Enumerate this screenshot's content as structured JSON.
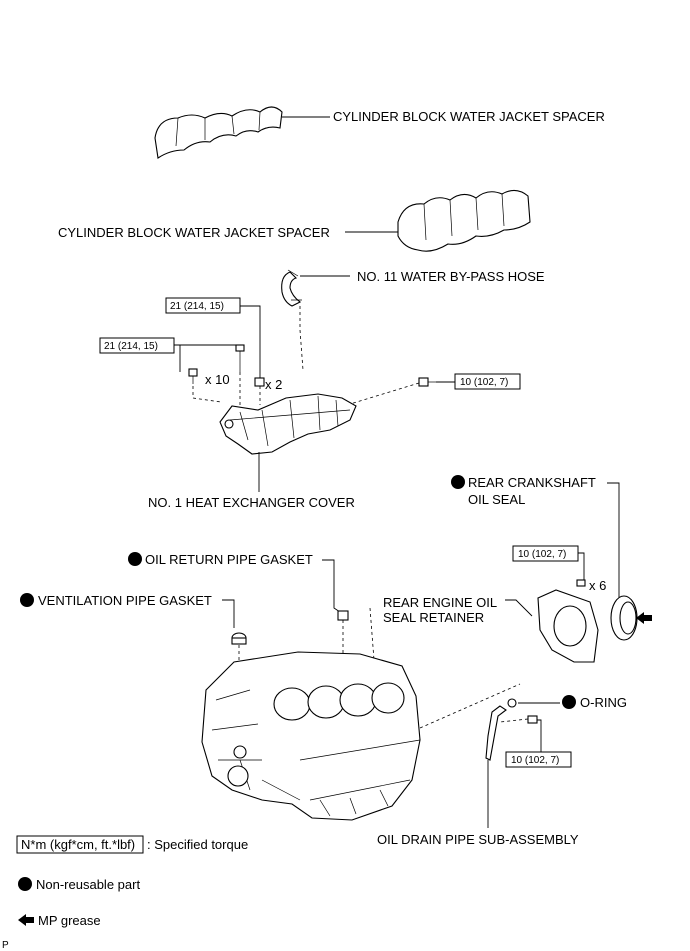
{
  "labels": {
    "spacer_top": "CYLINDER BLOCK WATER JACKET SPACER",
    "spacer_mid": "CYLINDER BLOCK WATER JACKET SPACER",
    "bypass_hose": "NO. 11 WATER BY-PASS HOSE",
    "heat_exchanger_cover": "NO. 1 HEAT EXCHANGER COVER",
    "rear_crankshaft_line1": "REAR CRANKSHAFT",
    "rear_crankshaft_line2": "OIL SEAL",
    "oil_return_gasket": "OIL RETURN PIPE GASKET",
    "ventilation_gasket": "VENTILATION PIPE GASKET",
    "rear_retainer_line1": "REAR ENGINE OIL",
    "rear_retainer_line2": "SEAL RETAINER",
    "o_ring": "O-RING",
    "oil_drain_pipe": "OIL DRAIN PIPE SUB-ASSEMBLY"
  },
  "torques": {
    "t1": "21 (214, 15)",
    "t2": "21 (214, 15)",
    "t3": "10 (102, 7)",
    "t4": "10 (102, 7)",
    "t5": "10 (102, 7)"
  },
  "quantities": {
    "q10": "x 10",
    "q2": "x 2",
    "q6": "x 6"
  },
  "legend": {
    "torque_box": "N*m (kgf*cm, ft.*lbf)",
    "torque_text": ": Specified torque",
    "nonreusable_text": "Non-reusable part",
    "grease_text": "MP grease"
  },
  "footer_code": "P"
}
